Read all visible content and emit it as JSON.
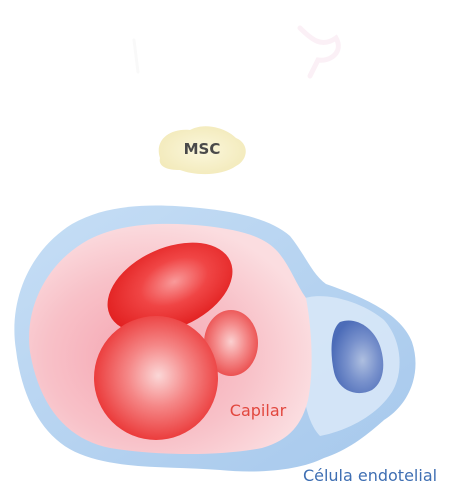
{
  "labels": {
    "msc": "MSC",
    "capilar": "Capilar",
    "celula_endotelial": "Célula endotelial"
  },
  "colors": {
    "msc_fill": "#f6f0c6",
    "capillary_fill": "#f7b8c0",
    "endothelial_border": "#a9cdee",
    "red_blood_cell": "#ee2a2a",
    "endothelial_nucleus": "#5b7fc4",
    "label_capilar": "#e2473e",
    "label_endothelial": "#3f6fb3"
  }
}
